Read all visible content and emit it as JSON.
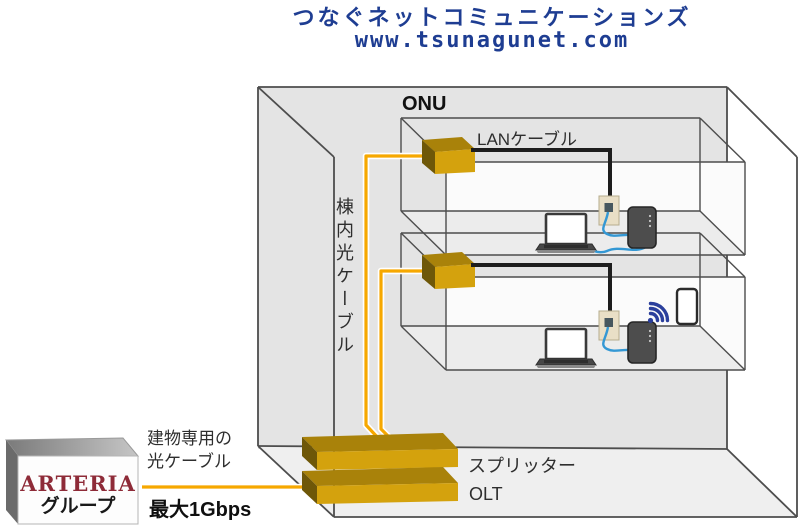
{
  "header": {
    "company": "つなぐネットコミュニケーションズ",
    "url": "www.tsunagunet.com"
  },
  "diagram": {
    "onu_label": "ONU",
    "lan_cable_label": "LANケーブル",
    "riser_cable_label": "棟内光ケーブル",
    "splitter_label": "スプリッター",
    "olt_label": "OLT"
  },
  "provider": {
    "brand": "ARTERIA",
    "brand_group": "グループ",
    "feed_cable_label_line1": "建物専用の",
    "feed_cable_label_line2": "光ケーブル",
    "max_speed": "最大1Gbps"
  },
  "icons": {
    "onu": "gold-3d-box",
    "splitter": "gold-3d-slab",
    "olt": "gold-3d-slab",
    "laptop": "laptop-shape",
    "router": "rounded-dark-box",
    "wall_outlet": "beige-plate",
    "smartphone": "phone-outline",
    "wifi": "signal-arcs",
    "arteria_box": "gray-3d-box"
  },
  "colors": {
    "brand_blue": "#1e3d92",
    "cable_orange": "#f6a800",
    "gold_front": "#d4a20d",
    "gold_top": "#a9820a",
    "gold_side": "#6e5708",
    "cable_blue": "#3498d4",
    "wifi_blue": "#2b3f9c",
    "arteria_red": "#8e2b38",
    "building_gray": "#e4e4e4",
    "floor_gray": "#efefef",
    "line_gray": "#4d4d4d"
  }
}
